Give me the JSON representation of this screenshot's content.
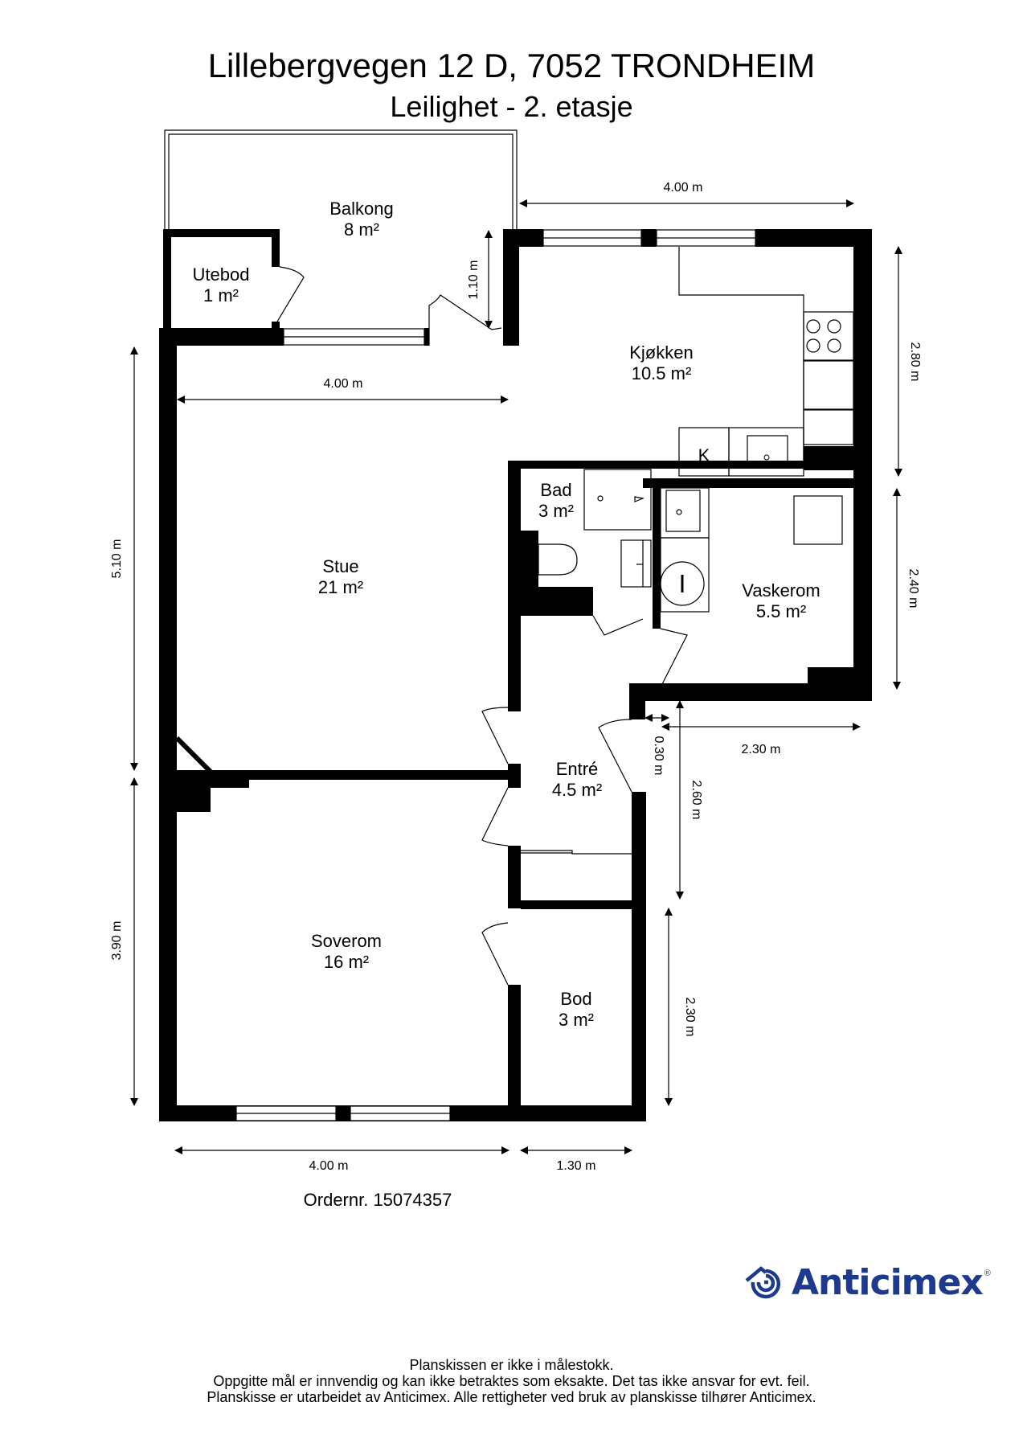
{
  "header": {
    "title": "Lillebergvegen 12 D, 7052 TRONDHEIM",
    "subtitle": "Leilighet - 2. etasje"
  },
  "rooms": [
    {
      "id": "balkong",
      "name": "Balkong",
      "area": "8 m²"
    },
    {
      "id": "utebod",
      "name": "Utebod",
      "area": "1 m²"
    },
    {
      "id": "kjokken",
      "name": "Kjøkken",
      "area": "10.5 m²"
    },
    {
      "id": "stue",
      "name": "Stue",
      "area": "21 m²"
    },
    {
      "id": "bad",
      "name": "Bad",
      "area": "3 m²"
    },
    {
      "id": "vaskerom",
      "name": "Vaskerom",
      "area": "5.5 m²"
    },
    {
      "id": "entre",
      "name": "Entré",
      "area": "4.5 m²"
    },
    {
      "id": "soverom",
      "name": "Soverom",
      "area": "16 m²"
    },
    {
      "id": "bod",
      "name": "Bod",
      "area": "3 m²"
    }
  ],
  "fixtures": {
    "fridge_label": "K"
  },
  "dimensions": {
    "kitchen_width": "4.00 m",
    "balcony_depth": "1.10 m",
    "stue_width": "4.00 m",
    "stue_height": "5.10 m",
    "kitchen_height": "2.80 m",
    "vaskerom_height": "2.40 m",
    "vaskerom_width": "2.30 m",
    "entre_offset": "0.30 m",
    "entre_height": "2.60 m",
    "soverom_height": "3.90 m",
    "bod_height": "2.30 m",
    "soverom_width": "4.00 m",
    "bod_width": "1.30 m"
  },
  "order": {
    "label": "Ordernr. 15074357"
  },
  "logo": {
    "name": "Anticimex",
    "registered": "®",
    "color": "#1e3a8f"
  },
  "footer": {
    "line1": "Planskissen er ikke i målestokk.",
    "line2": "Oppgitte mål er innvendig og kan ikke betraktes som eksakte. Det tas ikke ansvar for evt. feil.",
    "line3": "Planskisse er utarbeidet av Anticimex. Alle rettigheter ved bruk av planskisse tilhører Anticimex."
  }
}
